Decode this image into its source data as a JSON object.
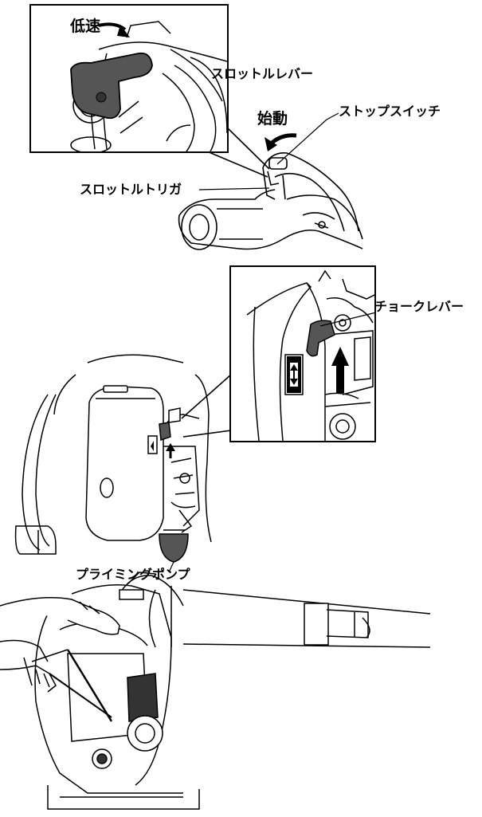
{
  "labels": {
    "low_speed": "低速",
    "throttle_lever": "スロットルレバー",
    "start": "始動",
    "stop_switch": "ストップスイッチ",
    "throttle_trigger": "スロットルトリガ",
    "choke_lever": "チョークレバー",
    "priming_pump": "プライミングポンプ"
  }
}
